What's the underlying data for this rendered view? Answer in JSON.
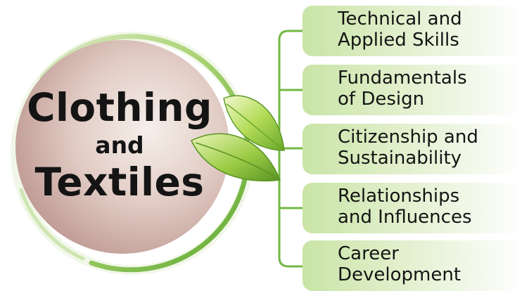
{
  "hub": {
    "line1": "Clothing",
    "line2": "and",
    "line3": "Textiles"
  },
  "branches": [
    {
      "line1": "Technical and",
      "line2": "Applied Skills"
    },
    {
      "line1": "Fundamentals",
      "line2": "of Design"
    },
    {
      "line1": "Citizenship and",
      "line2": "Sustainability"
    },
    {
      "line1": "Relationships",
      "line2": "and Influences"
    },
    {
      "line1": "Career",
      "line2": "Development"
    }
  ],
  "colors": {
    "ring_green": "#6bb33d",
    "connector_green": "#72b843",
    "hub_fill_light": "#efe6e1",
    "hub_fill_dark": "#b58c85",
    "branch_fill": "#c9e4a6",
    "leaf_green": "#8cc63f",
    "text": "#141414"
  }
}
